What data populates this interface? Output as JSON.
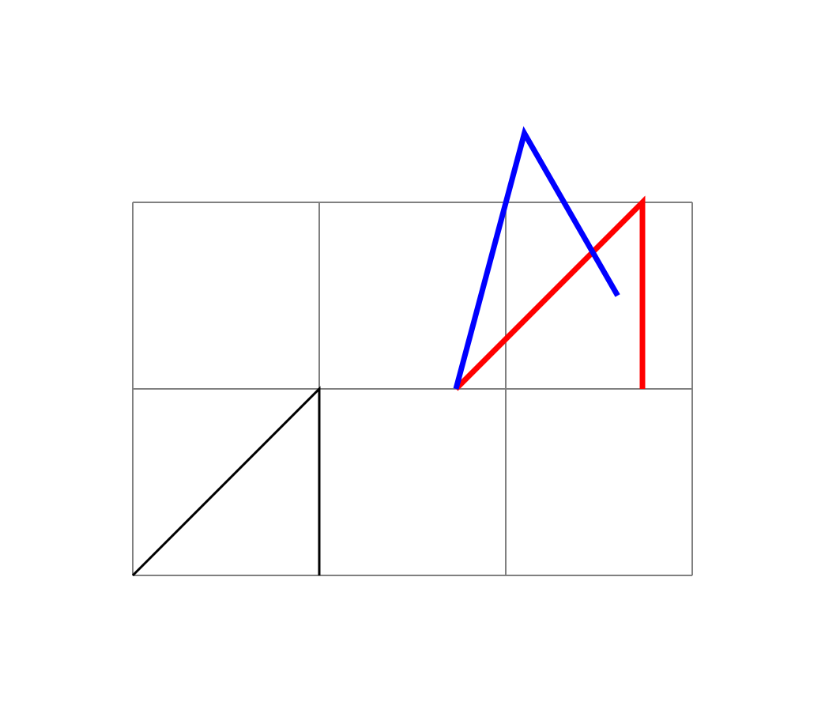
{
  "diagram": {
    "grid": {
      "columns": 3,
      "rows": 2,
      "color": "#808080"
    },
    "shapes": [
      {
        "name": "black-reference-shape",
        "color": "#000000",
        "points": [
          [
            0,
            0
          ],
          [
            1,
            1
          ],
          [
            1,
            0
          ]
        ]
      },
      {
        "name": "red-transformed-shape",
        "color": "#ff0000",
        "points": [
          [
            1.733,
            1
          ],
          [
            2.733,
            2
          ],
          [
            2.733,
            1
          ]
        ]
      },
      {
        "name": "blue-transformed-shape",
        "color": "#0000ff",
        "points": [
          [
            1.733,
            1
          ],
          [
            2.1,
            2.37
          ],
          [
            2.6,
            1.5
          ]
        ]
      }
    ]
  }
}
